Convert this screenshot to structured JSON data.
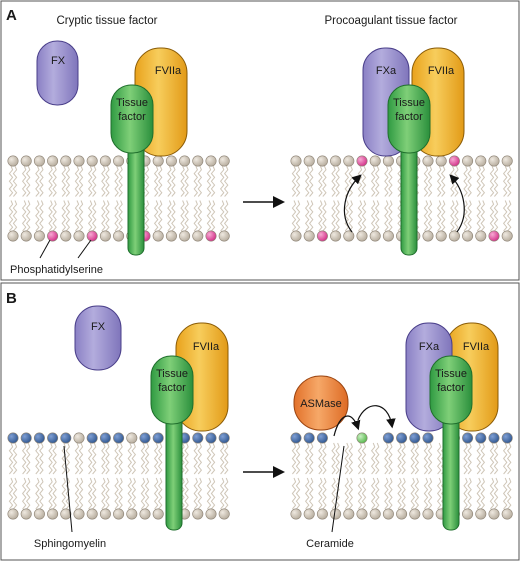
{
  "panel_a": {
    "label": "A",
    "left_title": "Cryptic tissue factor",
    "right_title": "Procoagulant tissue factor",
    "proteins": {
      "fx": "FX",
      "fviia": "FVIIa",
      "fxa": "FXa",
      "tissue_factor_line1": "Tissue",
      "tissue_factor_line2": "factor"
    },
    "annotation": "Phosphatidylserine"
  },
  "panel_b": {
    "label": "B",
    "proteins": {
      "fx": "FX",
      "fviia": "FVIIa",
      "fxa": "FXa",
      "asmase": "ASMase",
      "tissue_factor_line1": "Tissue",
      "tissue_factor_line2": "factor"
    },
    "annotations": {
      "sphingomyelin": "Sphingomyelin",
      "ceramide": "Ceramide"
    }
  },
  "colors": {
    "fx": "#9b93cf",
    "fviia": "#f2b632",
    "tissue_factor": "#3aa64a",
    "lipid_head": "#c9c0b3",
    "phosphatidylserine": "#e2479c",
    "sphingomyelin": "#3e67a8",
    "asmase": "#ef8a3a",
    "ceramide": "#7ecf72"
  }
}
